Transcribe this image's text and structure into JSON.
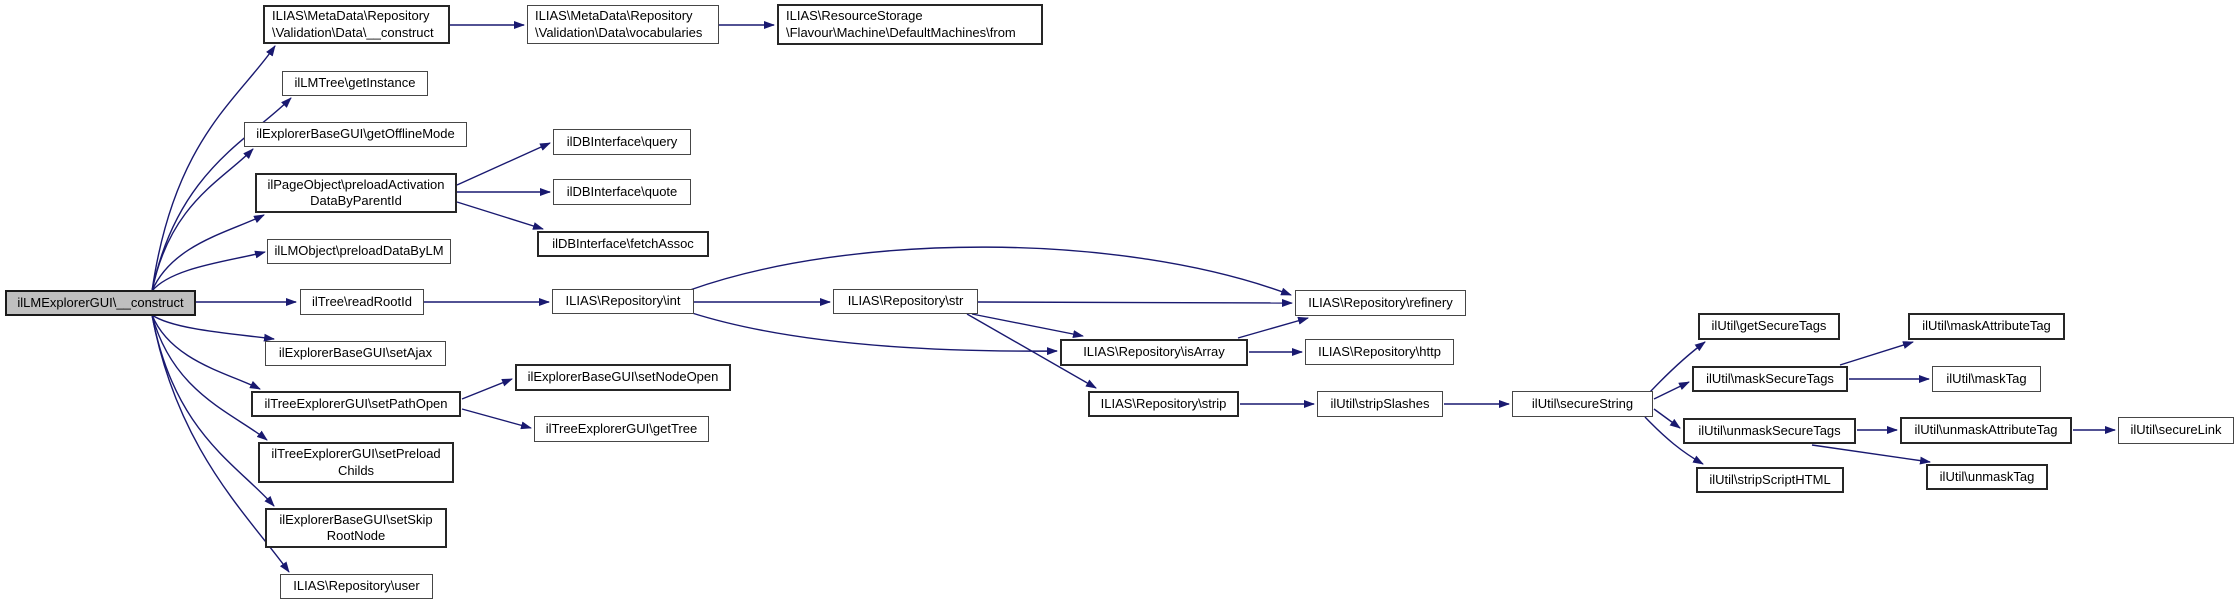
{
  "graph": {
    "kind": "call-graph",
    "background_color": "#ffffff",
    "edge_color": "#191970",
    "node_fill": "#ffffff",
    "node_border_color": "#464646",
    "node_text_color": "#000000",
    "root_node_fill": "#bfbfbf",
    "root_id": "construct_root",
    "nodes": [
      {
        "id": "construct_root",
        "lines": [
          "ilLMExplorerGUI\\__construct"
        ],
        "root": true
      },
      {
        "id": "md_construct",
        "lines": [
          "ILIAS\\MetaData\\Repository",
          "\\Validation\\Data\\__construct"
        ]
      },
      {
        "id": "md_vocabularies",
        "lines": [
          "ILIAS\\MetaData\\Repository",
          "\\Validation\\Data\\vocabularies"
        ]
      },
      {
        "id": "rs_from",
        "lines": [
          "ILIAS\\ResourceStorage",
          "\\Flavour\\Machine\\DefaultMachines\\from"
        ]
      },
      {
        "id": "lmtree_getInstance",
        "lines": [
          "ilLMTree\\getInstance"
        ]
      },
      {
        "id": "exp_getOfflineMode",
        "lines": [
          "ilExplorerBaseGUI\\getOfflineMode"
        ]
      },
      {
        "id": "page_preloadActivation",
        "lines": [
          "ilPageObject\\preloadActivation",
          "DataByParentId"
        ]
      },
      {
        "id": "db_query",
        "lines": [
          "ilDBInterface\\query"
        ]
      },
      {
        "id": "db_quote",
        "lines": [
          "ilDBInterface\\quote"
        ]
      },
      {
        "id": "db_fetchAssoc",
        "lines": [
          "ilDBInterface\\fetchAssoc"
        ]
      },
      {
        "id": "lmobj_preloadDataByLM",
        "lines": [
          "ilLMObject\\preloadDataByLM"
        ]
      },
      {
        "id": "tree_readRootId",
        "lines": [
          "ilTree\\readRootId"
        ]
      },
      {
        "id": "repo_int",
        "lines": [
          "ILIAS\\Repository\\int"
        ]
      },
      {
        "id": "repo_str",
        "lines": [
          "ILIAS\\Repository\\str"
        ]
      },
      {
        "id": "repo_refinery",
        "lines": [
          "ILIAS\\Repository\\refinery"
        ]
      },
      {
        "id": "repo_isArray",
        "lines": [
          "ILIAS\\Repository\\isArray"
        ]
      },
      {
        "id": "repo_http",
        "lines": [
          "ILIAS\\Repository\\http"
        ]
      },
      {
        "id": "repo_strip",
        "lines": [
          "ILIAS\\Repository\\strip"
        ]
      },
      {
        "id": "util_stripSlashes",
        "lines": [
          "ilUtil\\stripSlashes"
        ]
      },
      {
        "id": "util_secureString",
        "lines": [
          "ilUtil\\secureString"
        ]
      },
      {
        "id": "util_getSecureTags",
        "lines": [
          "ilUtil\\getSecureTags"
        ]
      },
      {
        "id": "util_maskSecureTags",
        "lines": [
          "ilUtil\\maskSecureTags"
        ]
      },
      {
        "id": "util_maskAttributeTag",
        "lines": [
          "ilUtil\\maskAttributeTag"
        ]
      },
      {
        "id": "util_maskTag",
        "lines": [
          "ilUtil\\maskTag"
        ]
      },
      {
        "id": "util_unmaskSecureTags",
        "lines": [
          "ilUtil\\unmaskSecureTags"
        ]
      },
      {
        "id": "util_unmaskAttributeTag",
        "lines": [
          "ilUtil\\unmaskAttributeTag"
        ]
      },
      {
        "id": "util_secureLink",
        "lines": [
          "ilUtil\\secureLink"
        ]
      },
      {
        "id": "util_stripScriptHTML",
        "lines": [
          "ilUtil\\stripScriptHTML"
        ]
      },
      {
        "id": "util_unmaskTag",
        "lines": [
          "ilUtil\\unmaskTag"
        ]
      },
      {
        "id": "exp_setAjax",
        "lines": [
          "ilExplorerBaseGUI\\setAjax"
        ]
      },
      {
        "id": "tree_setPathOpen",
        "lines": [
          "ilTreeExplorerGUI\\setPathOpen"
        ]
      },
      {
        "id": "exp_setNodeOpen",
        "lines": [
          "ilExplorerBaseGUI\\setNodeOpen"
        ]
      },
      {
        "id": "tree_getTree",
        "lines": [
          "ilTreeExplorerGUI\\getTree"
        ]
      },
      {
        "id": "tree_setPreloadChilds",
        "lines": [
          "ilTreeExplorerGUI\\setPreload",
          "Childs"
        ]
      },
      {
        "id": "exp_setSkipRootNode",
        "lines": [
          "ilExplorerBaseGUI\\setSkip",
          "RootNode"
        ]
      },
      {
        "id": "repo_user",
        "lines": [
          "ILIAS\\Repository\\user"
        ]
      }
    ],
    "edges": [
      {
        "from": "construct_root",
        "to": "md_construct"
      },
      {
        "from": "construct_root",
        "to": "lmtree_getInstance"
      },
      {
        "from": "construct_root",
        "to": "exp_getOfflineMode"
      },
      {
        "from": "construct_root",
        "to": "page_preloadActivation"
      },
      {
        "from": "construct_root",
        "to": "lmobj_preloadDataByLM"
      },
      {
        "from": "construct_root",
        "to": "tree_readRootId"
      },
      {
        "from": "construct_root",
        "to": "exp_setAjax"
      },
      {
        "from": "construct_root",
        "to": "tree_setPathOpen"
      },
      {
        "from": "construct_root",
        "to": "tree_setPreloadChilds"
      },
      {
        "from": "construct_root",
        "to": "exp_setSkipRootNode"
      },
      {
        "from": "construct_root",
        "to": "repo_user"
      },
      {
        "from": "md_construct",
        "to": "md_vocabularies"
      },
      {
        "from": "md_vocabularies",
        "to": "rs_from"
      },
      {
        "from": "page_preloadActivation",
        "to": "db_query"
      },
      {
        "from": "page_preloadActivation",
        "to": "db_quote"
      },
      {
        "from": "page_preloadActivation",
        "to": "db_fetchAssoc"
      },
      {
        "from": "tree_readRootId",
        "to": "repo_int"
      },
      {
        "from": "repo_int",
        "to": "repo_str"
      },
      {
        "from": "repo_int",
        "to": "repo_refinery"
      },
      {
        "from": "repo_int",
        "to": "repo_isArray"
      },
      {
        "from": "repo_str",
        "to": "repo_refinery"
      },
      {
        "from": "repo_str",
        "to": "repo_isArray"
      },
      {
        "from": "repo_str",
        "to": "repo_strip"
      },
      {
        "from": "repo_isArray",
        "to": "repo_refinery"
      },
      {
        "from": "repo_isArray",
        "to": "repo_http"
      },
      {
        "from": "repo_strip",
        "to": "util_stripSlashes"
      },
      {
        "from": "util_stripSlashes",
        "to": "util_secureString"
      },
      {
        "from": "util_secureString",
        "to": "util_getSecureTags"
      },
      {
        "from": "util_secureString",
        "to": "util_maskSecureTags"
      },
      {
        "from": "util_secureString",
        "to": "util_unmaskSecureTags"
      },
      {
        "from": "util_secureString",
        "to": "util_stripScriptHTML"
      },
      {
        "from": "util_maskSecureTags",
        "to": "util_maskAttributeTag"
      },
      {
        "from": "util_maskSecureTags",
        "to": "util_maskTag"
      },
      {
        "from": "util_unmaskSecureTags",
        "to": "util_unmaskAttributeTag"
      },
      {
        "from": "util_unmaskSecureTags",
        "to": "util_unmaskTag"
      },
      {
        "from": "util_unmaskAttributeTag",
        "to": "util_secureLink"
      },
      {
        "from": "tree_setPathOpen",
        "to": "exp_setNodeOpen"
      },
      {
        "from": "tree_setPathOpen",
        "to": "tree_getTree"
      }
    ]
  }
}
